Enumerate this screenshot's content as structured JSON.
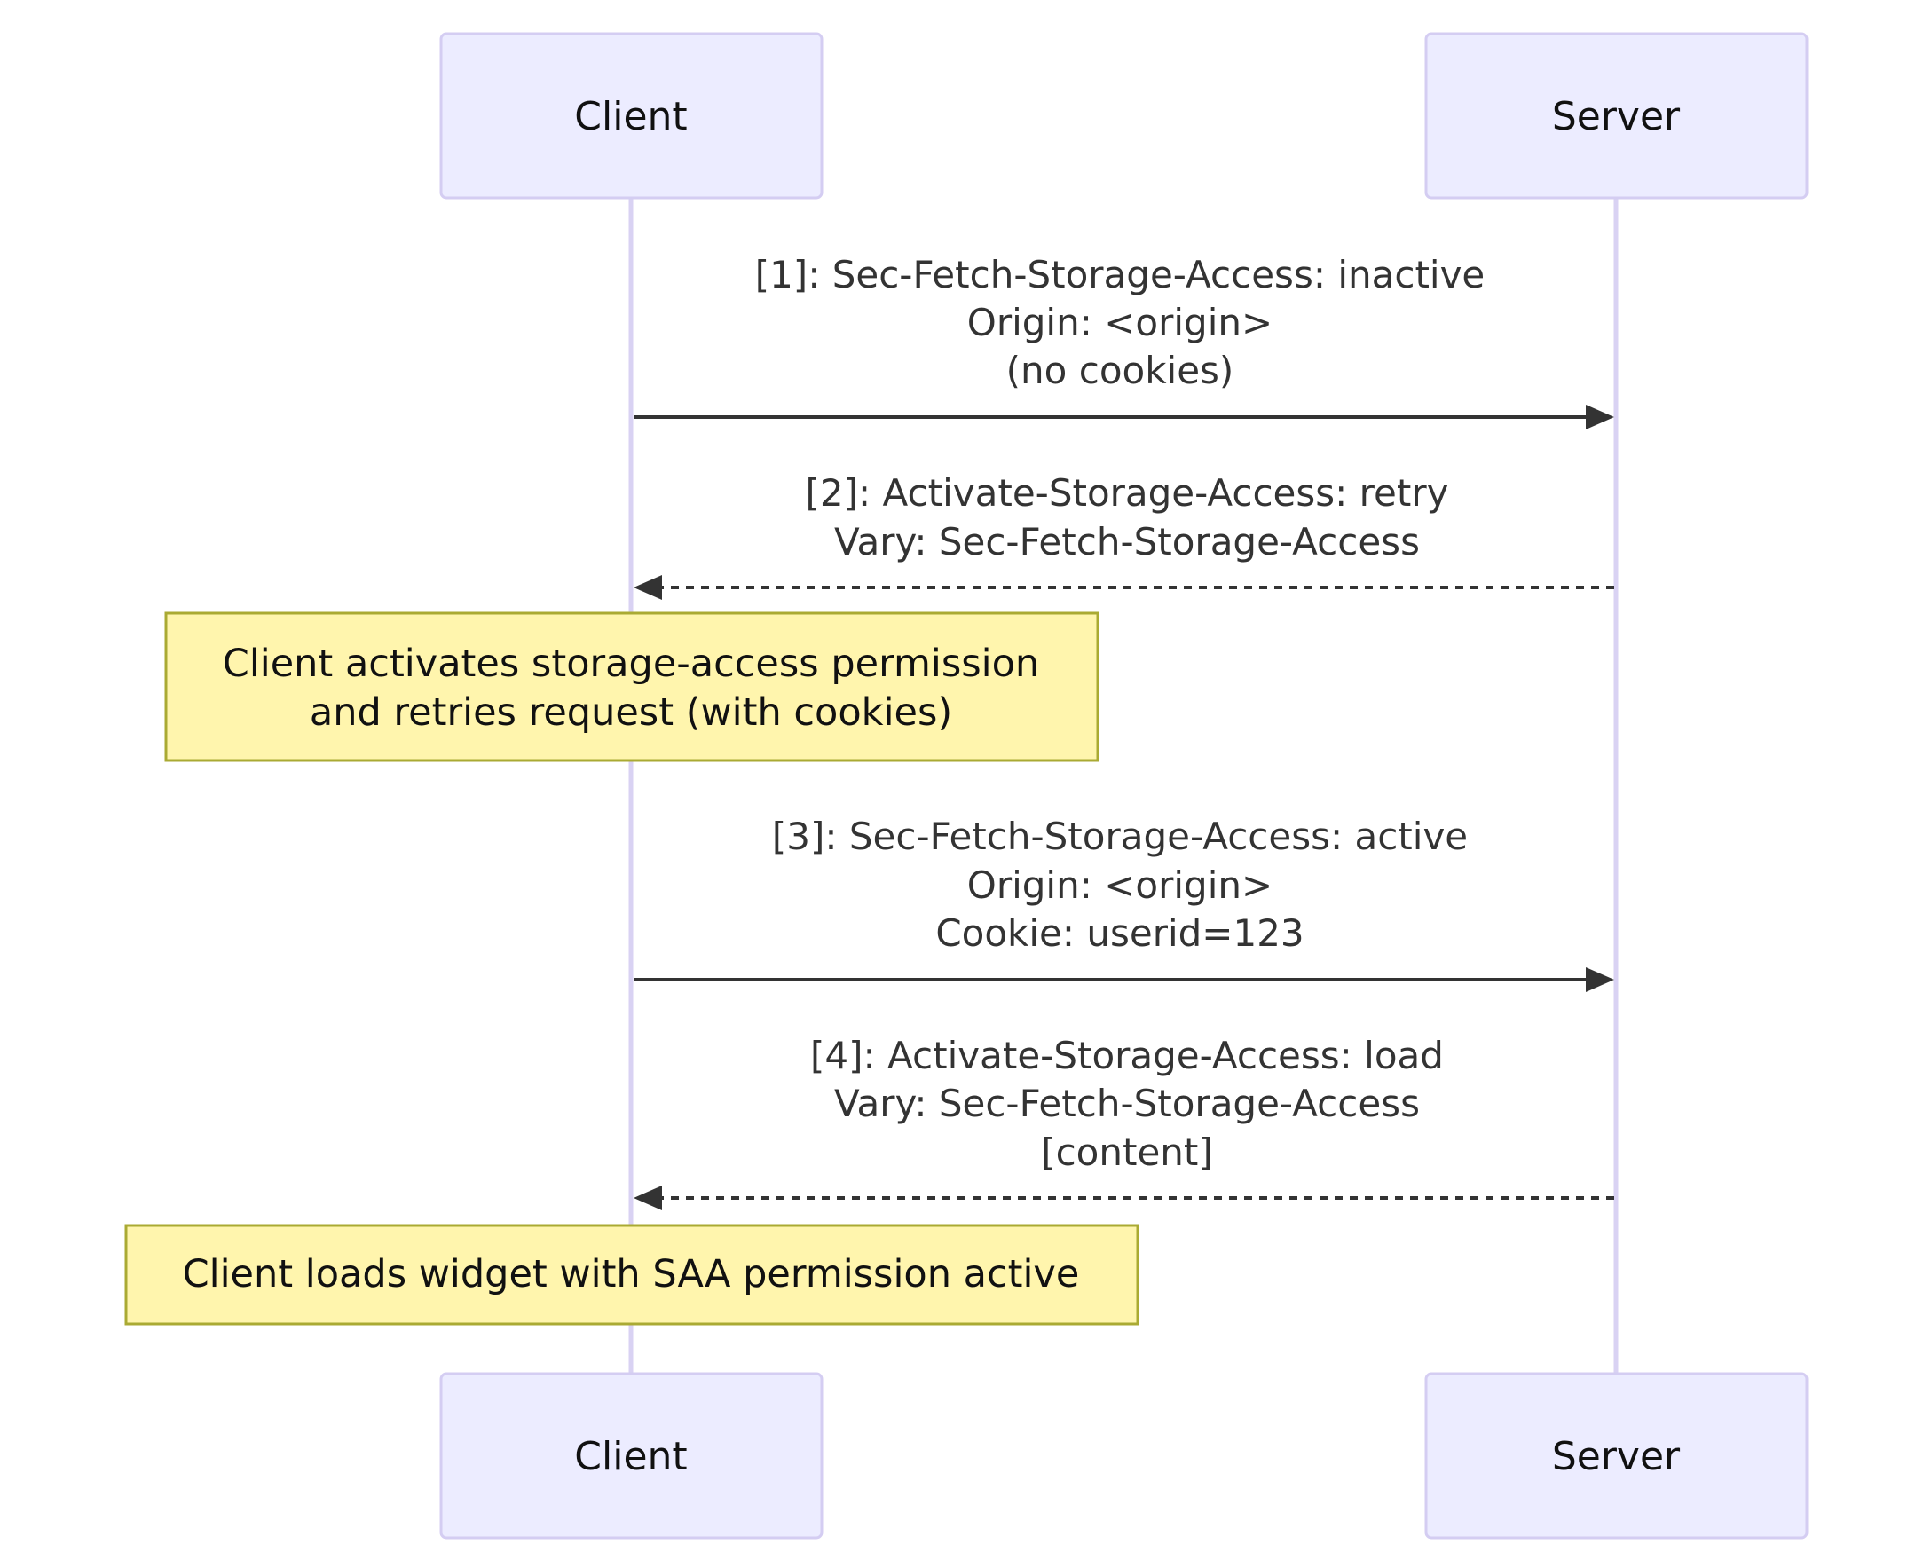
{
  "actors": [
    {
      "id": "client",
      "label": "Client"
    },
    {
      "id": "server",
      "label": "Server"
    }
  ],
  "messages": [
    {
      "from": "client",
      "to": "server",
      "style": "solid",
      "lines": [
        "[1]: Sec-Fetch-Storage-Access: inactive",
        "Origin: <origin>",
        "(no cookies)"
      ]
    },
    {
      "from": "server",
      "to": "client",
      "style": "dashed",
      "lines": [
        "[2]: Activate-Storage-Access: retry",
        "Vary: Sec-Fetch-Storage-Access"
      ]
    },
    {
      "from": "client",
      "to": "server",
      "style": "solid",
      "lines": [
        "[3]: Sec-Fetch-Storage-Access: active",
        "Origin: <origin>",
        "Cookie: userid=123"
      ]
    },
    {
      "from": "server",
      "to": "client",
      "style": "dashed",
      "lines": [
        "[4]: Activate-Storage-Access: load",
        "Vary: Sec-Fetch-Storage-Access",
        "[content]"
      ]
    }
  ],
  "notes": [
    {
      "over": "client",
      "lines": [
        "Client activates storage-access permission",
        "and retries request (with cookies)"
      ]
    },
    {
      "over": "client",
      "lines": [
        "Client loads widget with SAA permission active"
      ]
    }
  ],
  "colors": {
    "actor_fill": "#ececff",
    "actor_border": "#d4cdf2",
    "lifeline": "#d9d2f3",
    "message": "#333333",
    "note_fill": "#fff5ad",
    "note_border": "#aaaa33"
  }
}
